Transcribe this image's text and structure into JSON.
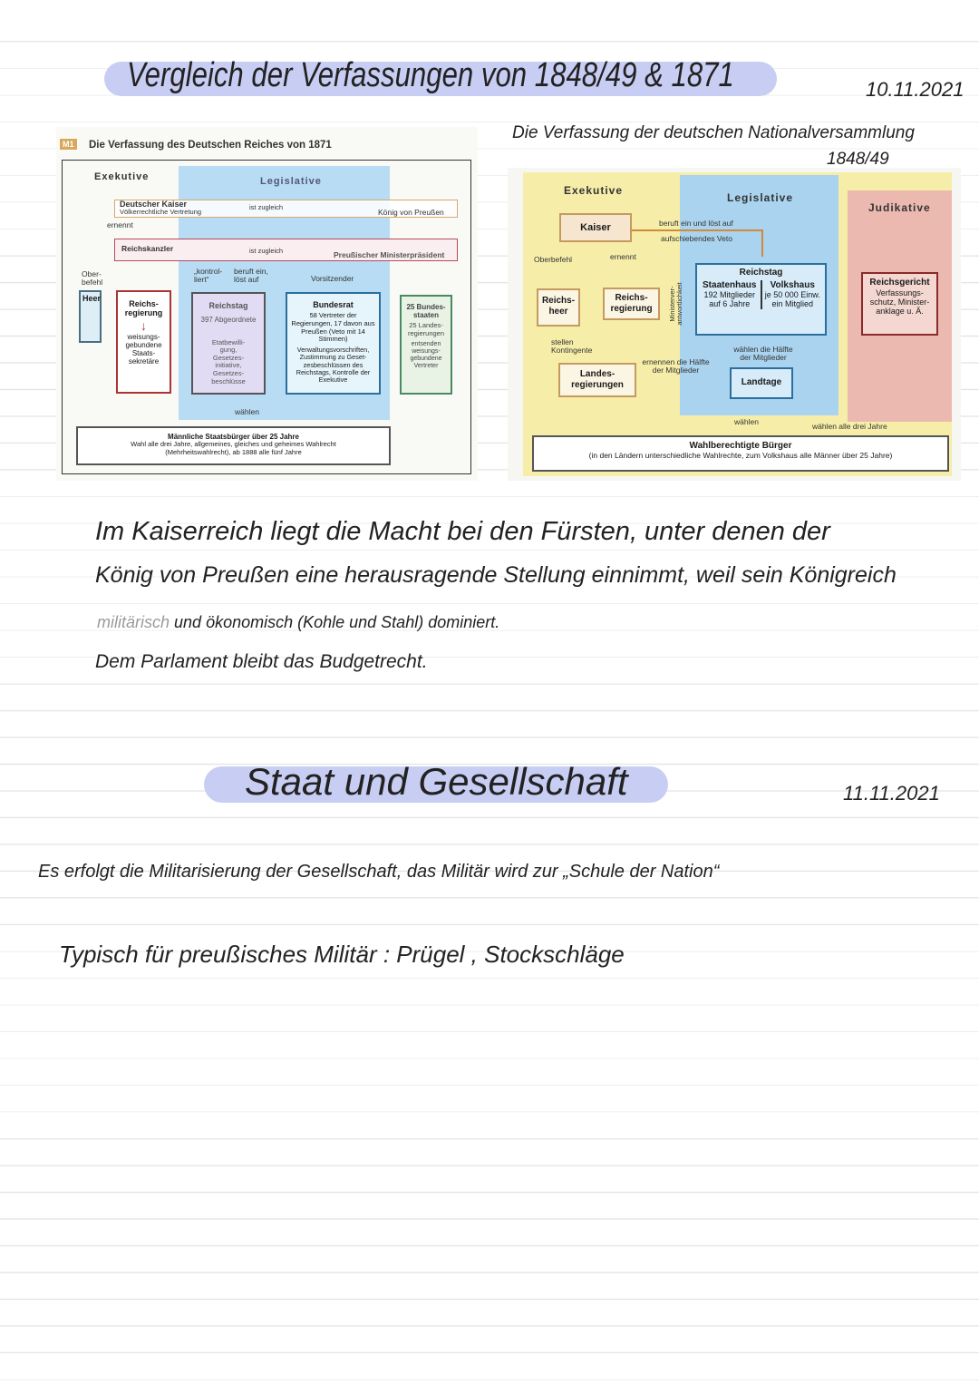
{
  "page1": {
    "title": "Vergleich der Verfassungen von 1848/49 & 1871",
    "date": "10.11.2021",
    "diagram_1871": {
      "badge": "M1",
      "title": "Die Verfassung des Deutschen Reiches von 1871",
      "exekutive": "Exekutive",
      "legislative": "Legislative",
      "kaiser": "Deutscher Kaiser",
      "kaiser_sub": "Völkerrechtliche Vertretung",
      "ist_zugleich_1": "ist zugleich",
      "koenig": "König von Preußen",
      "ernennt": "ernennt",
      "kanzler": "Reichskanzler",
      "ist_zugleich_2": "ist zugleich",
      "ministerpraesident": "Preußischer Ministerpräsident",
      "oberbefehl": "Ober-befehl",
      "heer": "Heer",
      "reichsregierung": "Reichs-regierung",
      "staatssekretaere": "weisungs-gebundene Staats-sekretäre",
      "kontrolliert": "„kontrol-liert“",
      "beruft": "beruft ein, löst auf",
      "vorsitzender": "Vorsitzender",
      "reichstag": "Reichstag",
      "reichstag_count": "397 Abgeordnete",
      "reichstag_tasks": "Etatbewilli-gung, Gesetzes-initiative, Gesetzes-beschlüsse",
      "bundesrat": "Bundesrat",
      "bundesrat_members": "58 Vertreter der Regierungen, 17 davon aus Preußen (Veto mit 14 Stimmen)",
      "bundesrat_tasks": "Verwaltungsvorschriften, Zustimmung zu Geset-zesbeschlüssen des Reichstags, Kontrolle der Exekutive",
      "bundesstaaten": "25 Bundes-staaten",
      "landesregierungen": "25 Landes-regierungen",
      "entsenden": "entsenden weisungs-gebundene Vertreter",
      "waehlen": "wählen",
      "buerger": "Männliche Staatsbürger über 25 Jahre",
      "buerger_sub": "Wahl alle drei Jahre, allgemeines, gleiches und geheimes Wahlrecht (Mehrheitswahlrecht), ab 1888 alle fünf Jahre"
    },
    "diagram_1849_caption": "Die Verfassung der deutschen Nationalversammlung",
    "diagram_1849_caption_year": "1848/49",
    "diagram_1849": {
      "exekutive": "Exekutive",
      "legislative": "Legislative",
      "judikative": "Judikative",
      "kaiser": "Kaiser",
      "beruft": "beruft ein und löst auf",
      "veto": "aufschiebendes Veto",
      "oberbefehl": "Oberbefehl",
      "ernennt": "ernennt",
      "reichsheer": "Reichs-heer",
      "reichsregierung": "Reichs-regierung",
      "ministerverantwortlichkeit": "Ministerver-antwortlichkeit",
      "reichstag": "Reichstag",
      "staatenhaus": "Staatenhaus",
      "staatenhaus_sub": "192 Mitglieder auf 6 Jahre",
      "volkshaus": "Volkshaus",
      "volkshaus_sub": "je 50 000 Einw. ein Mitglied",
      "reichsgericht": "Reichsgericht",
      "reichsgericht_sub": "Verfassungs-schutz, Minister-anklage u. Ä.",
      "kontingente": "stellen Kontingente",
      "landesregierungen": "Landes-regierungen",
      "ernennen": "ernennen die Hälfte der Mitglieder",
      "waehlen_haelfte": "wählen die Hälfte der Mitglieder",
      "landtage": "Landtage",
      "waehlen": "wählen",
      "waehlen_drei": "wählen alle drei Jahre",
      "buerger": "Wahlberechtigte Bürger",
      "buerger_sub": "(in den Ländern unterschiedliche Wahlrechte, zum Volkshaus alle Männer über 25 Jahre)"
    },
    "paragraph": [
      "Im Kaiserreich liegt die Macht bei den Fürsten, unter denen der",
      "König von Preußen eine herausragende Stellung einnimmt, weil sein Königreich"
    ],
    "line3_gray": "militärisch",
    "line3_rest": "und ökonomisch (Kohle und Stahl) dominiert.",
    "line4": "Dem Parlament bleibt das Budgetrecht."
  },
  "page2": {
    "title": "Staat und Gesellschaft",
    "date": "11.11.2021",
    "line1": "Es erfolgt die Militarisierung der Gesellschaft, das Militär wird zur „Schule der Nation“",
    "line2": "Typisch für preußisches Militär : Prügel , Stockschläge"
  },
  "colors": {
    "highlight": "#c8cdf3",
    "legislative_blue": "#a9d3ef",
    "exekutive_yellow": "#f6eea8",
    "judikative_pink": "#ebb9b0"
  }
}
